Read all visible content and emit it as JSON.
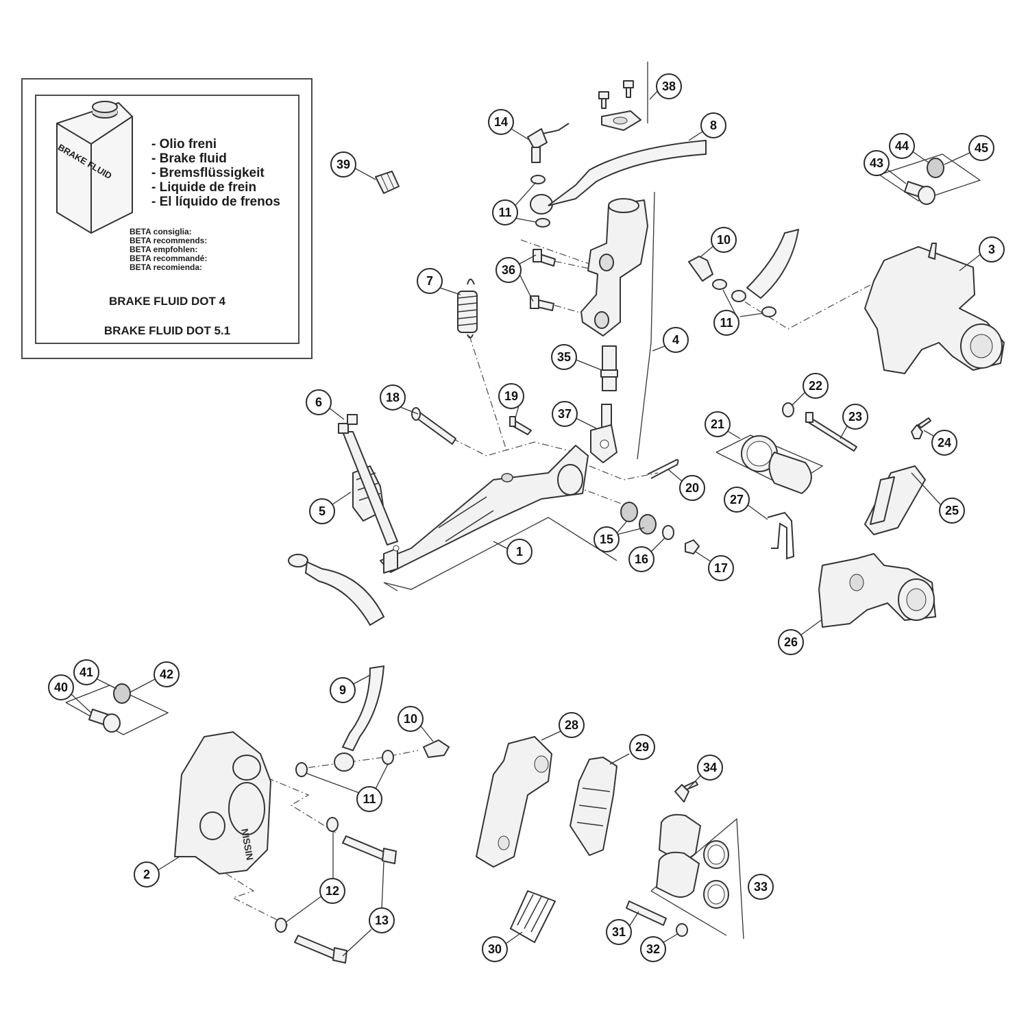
{
  "fluid_box": {
    "can_label": "BRAKE FLUID",
    "languages": [
      "- Olio freni",
      "- Brake fluid",
      "- Bremsflüssigkeit",
      "- Liquide de frein",
      "- El líquido de frenos"
    ],
    "recommends": [
      "BETA consiglia:",
      "BETA recommends:",
      "BETA empfohlen:",
      "BETA recommandé:",
      "BETA recomienda:"
    ],
    "spec_1": "BRAKE FLUID DOT 4",
    "spec_2": "BRAKE FLUID DOT 5.1"
  },
  "caliper_brand": "NISSIN",
  "callouts": [
    {
      "id": "c1",
      "label": "1"
    },
    {
      "id": "c2",
      "label": "2"
    },
    {
      "id": "c3",
      "label": "3"
    },
    {
      "id": "c4",
      "label": "4"
    },
    {
      "id": "c5",
      "label": "5"
    },
    {
      "id": "c6",
      "label": "6"
    },
    {
      "id": "c7",
      "label": "7"
    },
    {
      "id": "c8",
      "label": "8"
    },
    {
      "id": "c9",
      "label": "9"
    },
    {
      "id": "c10a",
      "label": "10"
    },
    {
      "id": "c10b",
      "label": "10"
    },
    {
      "id": "c11a",
      "label": "11"
    },
    {
      "id": "c11b",
      "label": "11"
    },
    {
      "id": "c11c",
      "label": "11"
    },
    {
      "id": "c12",
      "label": "12"
    },
    {
      "id": "c13",
      "label": "13"
    },
    {
      "id": "c14",
      "label": "14"
    },
    {
      "id": "c15",
      "label": "15"
    },
    {
      "id": "c16",
      "label": "16"
    },
    {
      "id": "c17",
      "label": "17"
    },
    {
      "id": "c18",
      "label": "18"
    },
    {
      "id": "c19",
      "label": "19"
    },
    {
      "id": "c20",
      "label": "20"
    },
    {
      "id": "c21",
      "label": "21"
    },
    {
      "id": "c22",
      "label": "22"
    },
    {
      "id": "c23",
      "label": "23"
    },
    {
      "id": "c24",
      "label": "24"
    },
    {
      "id": "c25",
      "label": "25"
    },
    {
      "id": "c26",
      "label": "26"
    },
    {
      "id": "c27",
      "label": "27"
    },
    {
      "id": "c28",
      "label": "28"
    },
    {
      "id": "c29",
      "label": "29"
    },
    {
      "id": "c30",
      "label": "30"
    },
    {
      "id": "c31",
      "label": "31"
    },
    {
      "id": "c32",
      "label": "32"
    },
    {
      "id": "c33",
      "label": "33"
    },
    {
      "id": "c34",
      "label": "34"
    },
    {
      "id": "c35",
      "label": "35"
    },
    {
      "id": "c36",
      "label": "36"
    },
    {
      "id": "c37",
      "label": "37"
    },
    {
      "id": "c38",
      "label": "38"
    },
    {
      "id": "c39",
      "label": "39"
    },
    {
      "id": "c40",
      "label": "40"
    },
    {
      "id": "c41",
      "label": "41"
    },
    {
      "id": "c42",
      "label": "42"
    },
    {
      "id": "c43",
      "label": "43"
    },
    {
      "id": "c44",
      "label": "44"
    },
    {
      "id": "c45",
      "label": "45"
    }
  ]
}
